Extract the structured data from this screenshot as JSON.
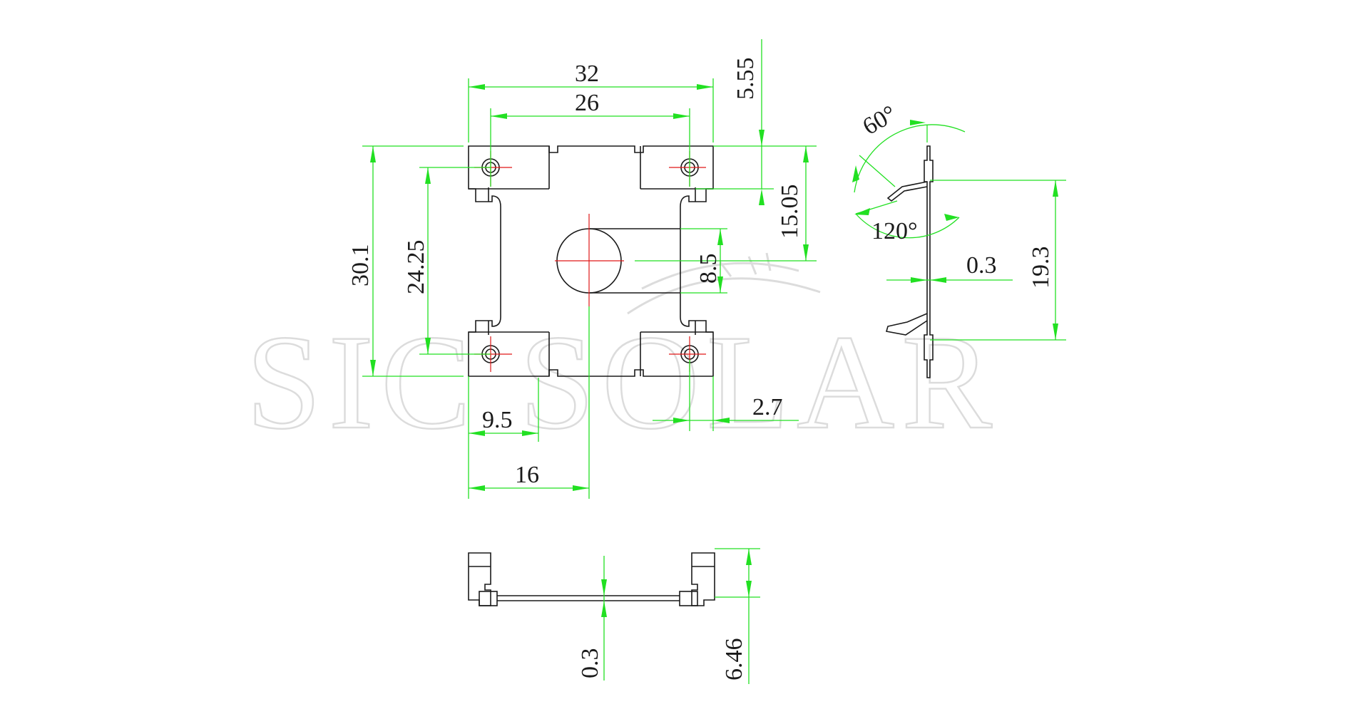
{
  "watermark": "SIC SOLAR",
  "colors": {
    "dimension": "#22e022",
    "centerline": "#e01818",
    "outline": "#1a1a1a"
  },
  "dimensions": {
    "top_width_outer": "32",
    "top_width_inner": "26",
    "right_top_offset": "5.55",
    "right_height": "15.05",
    "slot_height": "8.5",
    "left_outer_height": "30.1",
    "left_inner_height": "24.25",
    "bottom_offset": "9.5",
    "bottom_center": "16",
    "right_offset": "2.7",
    "side_angle_top": "60°",
    "side_angle_bottom": "120°",
    "side_thickness": "0.3",
    "side_height": "19.3",
    "bottom_view_thickness": "0.3",
    "bottom_view_height": "6.46"
  }
}
